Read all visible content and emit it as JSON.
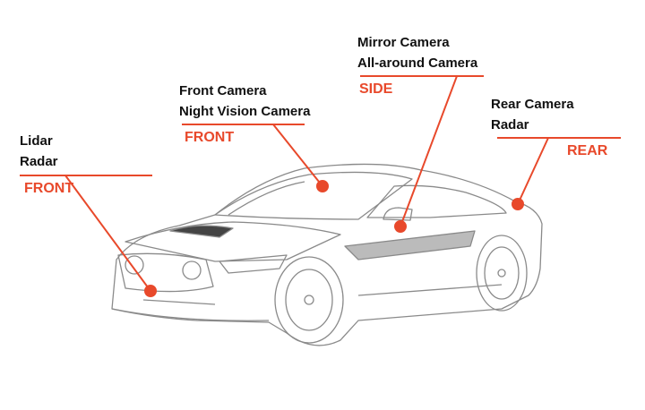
{
  "callouts": [
    {
      "lines": [
        "Lidar",
        "Radar"
      ],
      "zone": "FRONT"
    },
    {
      "lines": [
        "Front Camera",
        "Night Vision Camera"
      ],
      "zone": "FRONT"
    },
    {
      "lines": [
        "Mirror Camera",
        "All-around Camera"
      ],
      "zone": "SIDE"
    },
    {
      "lines": [
        "Rear Camera",
        "Radar"
      ],
      "zone": "REAR"
    }
  ],
  "colors": {
    "accent": "#e8492b",
    "text": "#111111",
    "sketch": "#8a8a8a"
  }
}
